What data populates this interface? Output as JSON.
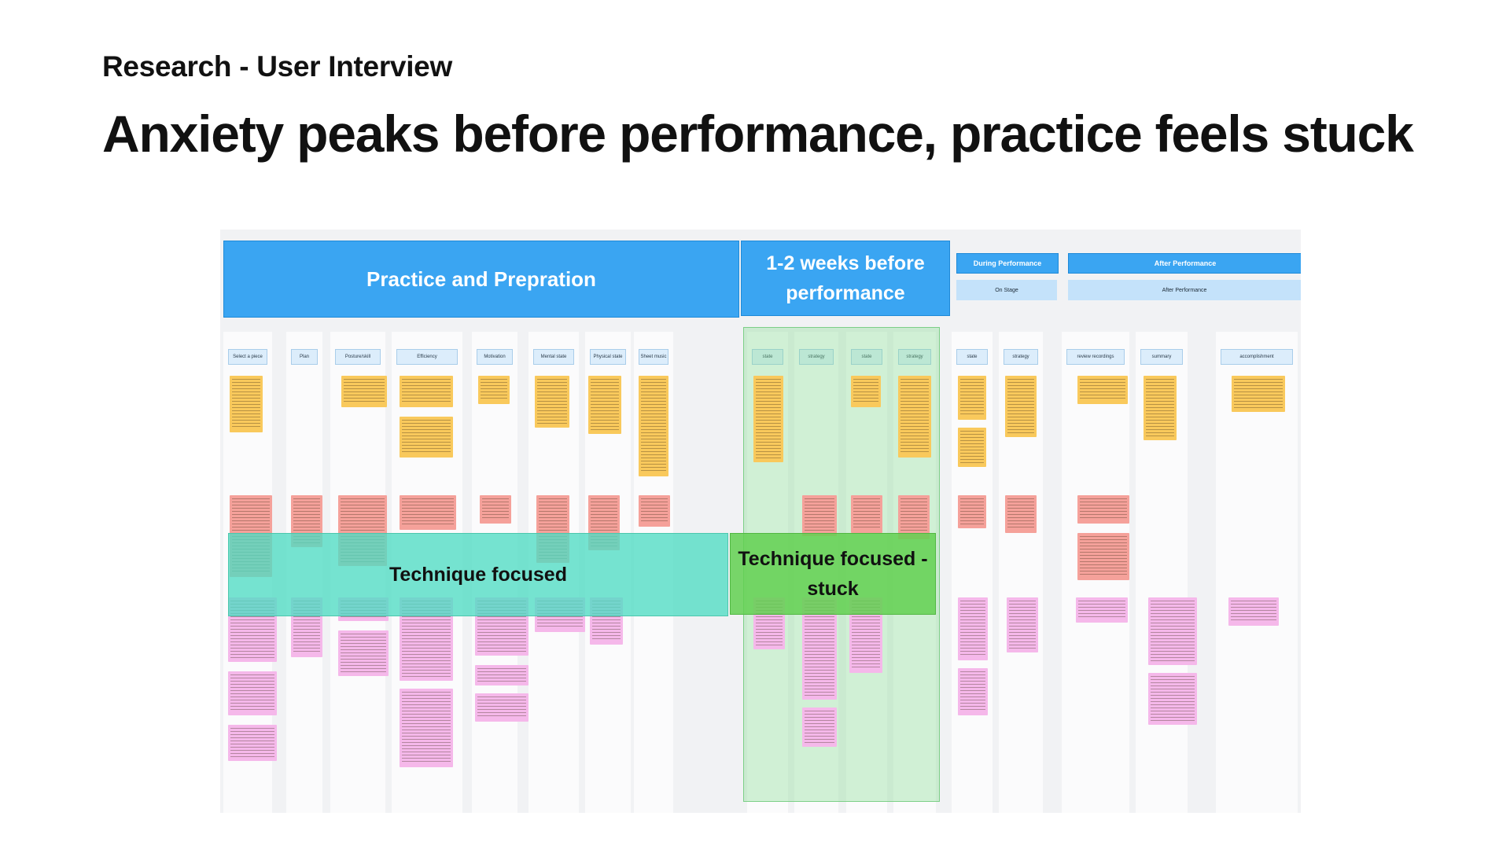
{
  "header": {
    "eyebrow": "Research - User Interview",
    "headline": "Anxiety peaks before performance, practice feels stuck"
  },
  "board": {
    "phases": [
      {
        "label": "Practice and Prepration"
      },
      {
        "label": "1-2 weeks before performance"
      },
      {
        "label": "During Performance",
        "sublabel": "On Stage"
      },
      {
        "label": "After Performance",
        "sublabel": "After Performance"
      }
    ],
    "columns": [
      "Select a piece",
      "Plan",
      "Posture/skill",
      "Efficiency",
      "Motivation",
      "Mental state",
      "Physical state",
      "Sheet music",
      "state",
      "strategy",
      "state",
      "strategy",
      "state",
      "strategy",
      "review recordings",
      "summary",
      "accomplishment"
    ],
    "overlays": {
      "technique": "Technique focused",
      "stuck": "Technique focused - stuck"
    }
  }
}
